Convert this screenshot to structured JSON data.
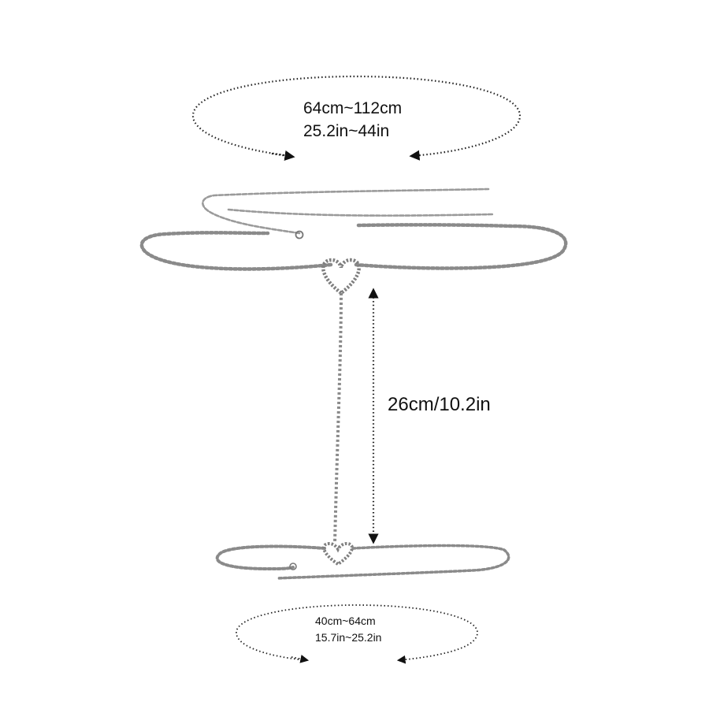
{
  "measurements": {
    "waist_cm": "64cm~112cm",
    "waist_in": "25.2in~44in",
    "drop_length": "26cm/10.2in",
    "thigh_cm": "40cm~64cm",
    "thigh_in": "15.7in~25.2in"
  },
  "colors": {
    "chain": "#9a9a9a",
    "rhinestone": "#c4c4c4",
    "arrow": "#111111",
    "background": "#ffffff"
  },
  "icons": [
    "heart-pendant-icon",
    "lobster-clasp-icon",
    "double-arrow-icon",
    "curved-arrow-icon"
  ]
}
